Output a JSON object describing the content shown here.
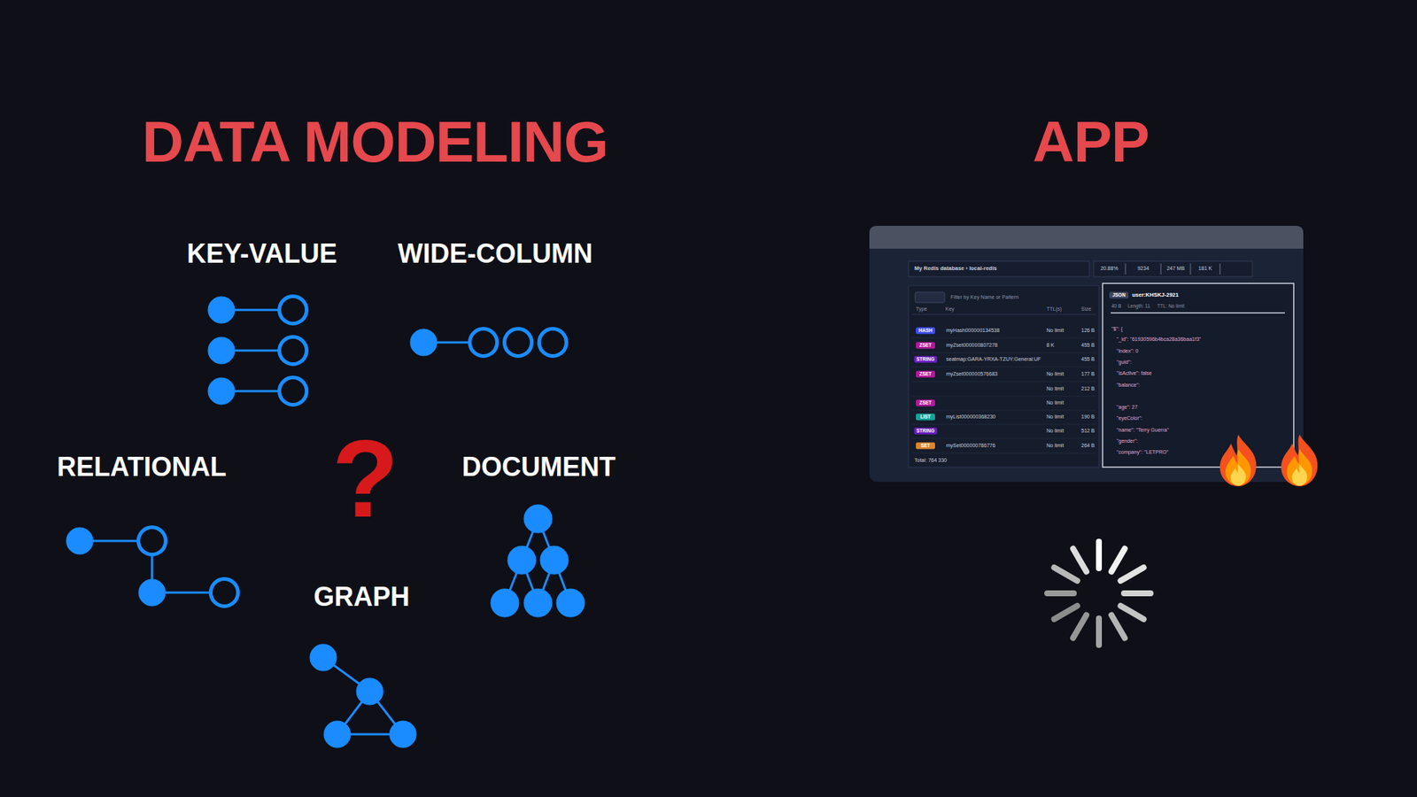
{
  "diagram": {
    "labels": [
      "DATA MODELING",
      "APP",
      "KEY-VALUE",
      "WIDE-COLUMN",
      "RELATIONAL",
      "?",
      "DOCUMENT",
      "GRAPH",
      "My Redis database › local-redis",
      "20.88%",
      "9234",
      "247 MB",
      "181 K",
      "Filter by Key Name or Pattern",
      "Type",
      "Key",
      "TTL(s)",
      "Size",
      "HASH",
      "myHash000000134538",
      "No limit",
      "126 B",
      "ZSET",
      "myZset000000807278",
      "8 K",
      "455 B",
      "STRING",
      "seatmap:GARA-YRXA-TZUY:General:UF",
      "455 B",
      "ZSET",
      "myZset000000576683",
      "No limit",
      "177 B",
      "No limit",
      "212 B",
      "ZSET",
      "No limit",
      "LIST",
      "myList000000368230",
      "No limit",
      "190 B",
      "STRING",
      "No limit",
      "512 B",
      "SET",
      "mySet000000786776",
      "No limit",
      "264 B",
      "Total: 764 330",
      "JSON",
      "user:KHSKJ-2921",
      "40 B",
      "Length: 11",
      "TTL: No limit",
      "\"$\": {",
      "\"_id\": \"61930596b4bca28a36baa1f3\"",
      "\"index\": 0",
      "\"guid\":",
      "\"isActive\": false",
      "\"balance\":",
      "\"age\": 27",
      "\"eyeColor\":",
      "\"name\": \"Terry Guerra\"",
      "\"gender\":",
      "\"company\": \"LETPRO\""
    ]
  }
}
